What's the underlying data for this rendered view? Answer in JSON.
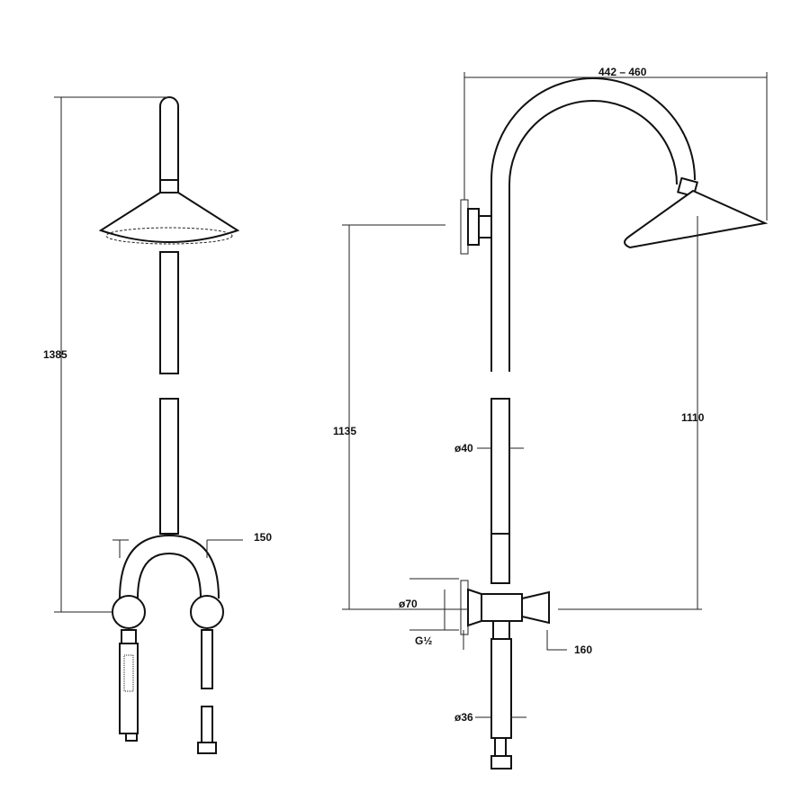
{
  "dimensions": {
    "total_height_front": "1385",
    "outlet_spacing": "150",
    "arm_reach": "442 – 460",
    "wall_to_top_height": "1135",
    "head_height": "1110",
    "pipe_diameter": "ø40",
    "flange_diameter": "ø70",
    "thread": "G½",
    "valve_projection": "160",
    "lower_pipe_diameter": "ø36"
  }
}
